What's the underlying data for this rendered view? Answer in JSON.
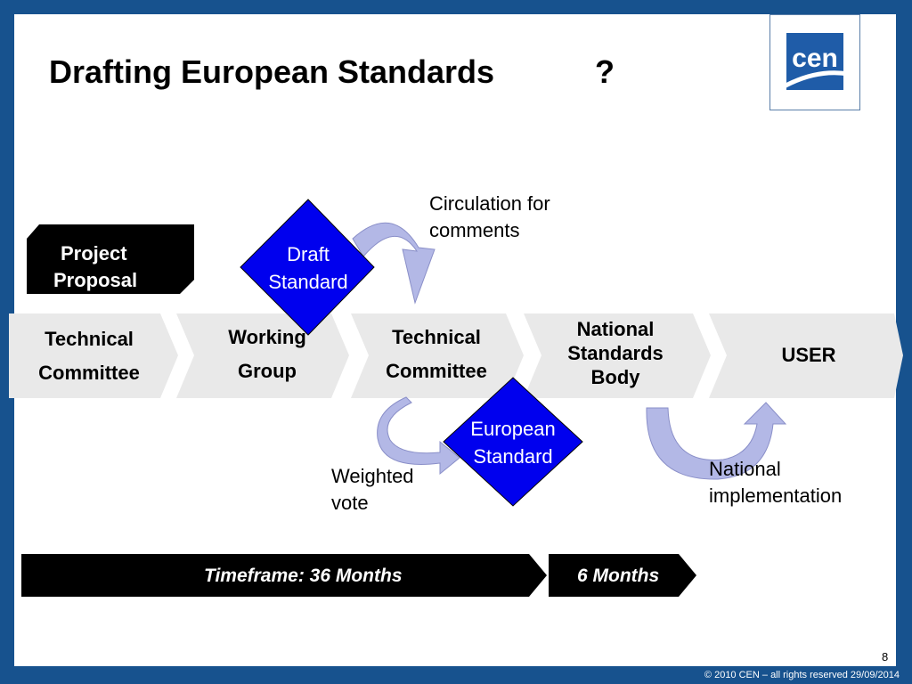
{
  "title": "Drafting European Standards",
  "title_mark": "?",
  "logo_text": "cen",
  "project_proposal": {
    "line1": "Project",
    "line2": "Proposal"
  },
  "process_steps": [
    {
      "line1": "Technical",
      "line2": "Committee"
    },
    {
      "line1": "Working",
      "line2": "Group"
    },
    {
      "line1": "Technical",
      "line2": "Committee"
    },
    {
      "line1": "National",
      "line2": "Standards",
      "line3": "Body"
    },
    {
      "line1": "USER"
    }
  ],
  "draft_standard": {
    "line1": "Draft",
    "line2": "Standard"
  },
  "european_standard": {
    "line1": "European",
    "line2": "Standard"
  },
  "circulation_note": {
    "line1": "Circulation for",
    "line2": "comments"
  },
  "weighted_vote_note": {
    "line1": "Weighted",
    "line2": "vote"
  },
  "national_impl_note": {
    "line1": "National",
    "line2": "implementation"
  },
  "timeframe_label": "Timeframe: 36 Months",
  "months_label": "6 Months",
  "slide_number": "8",
  "footer": "© 2010 CEN – all rights reserved 29/09/2014",
  "colors": {
    "frame": "#17528e",
    "chevron": "#e9e9e9",
    "diamond": "#0000ee",
    "arrow": "#b3b8e6",
    "bar": "#000000"
  }
}
